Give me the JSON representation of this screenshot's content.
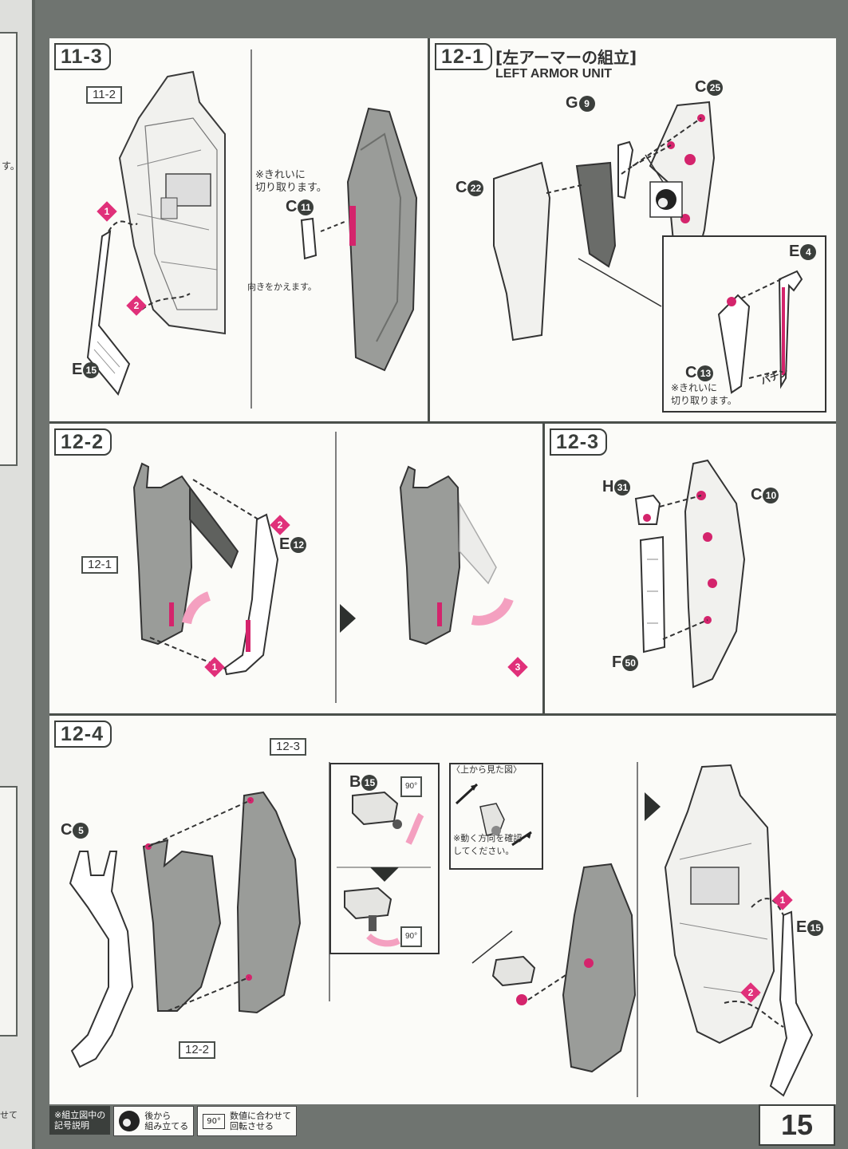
{
  "page_number": "15",
  "left_margin": {
    "fragments": [
      "す。",
      "せて"
    ]
  },
  "step_11_3": {
    "label": "11-3",
    "ref_label": "11-2",
    "parts": [
      {
        "code": "E",
        "num": "15"
      },
      {
        "code": "C",
        "num": "11"
      }
    ],
    "note_clean": "※きれいに\n切り取ります。",
    "note_direction": "向きをかえます。",
    "markers": [
      "1",
      "2"
    ]
  },
  "step_12_1": {
    "label": "12-1",
    "title_jp": "[左アーマーの組立]",
    "title_en": "LEFT ARMOR UNIT",
    "parts": [
      {
        "code": "G",
        "num": "9"
      },
      {
        "code": "C",
        "num": "25"
      },
      {
        "code": "C",
        "num": "22"
      },
      {
        "code": "E",
        "num": "4"
      },
      {
        "code": "C",
        "num": "13"
      }
    ],
    "note_clean": "※きれいに\n切り取ります。",
    "snap_text": "パチン"
  },
  "step_12_2": {
    "label": "12-2",
    "ref_label": "12-1",
    "parts": [
      {
        "code": "E",
        "num": "12"
      }
    ],
    "markers": [
      "1",
      "2",
      "3"
    ]
  },
  "step_12_3": {
    "label": "12-3",
    "parts": [
      {
        "code": "H",
        "num": "31"
      },
      {
        "code": "C",
        "num": "10"
      },
      {
        "code": "F",
        "num": "50"
      }
    ]
  },
  "step_12_4": {
    "label": "12-4",
    "ref_label_a": "12-3",
    "ref_label_b": "12-2",
    "parts": [
      {
        "code": "C",
        "num": "5"
      },
      {
        "code": "B",
        "num": "15"
      },
      {
        "code": "E",
        "num": "15"
      }
    ],
    "top_view_label": "〈上から見た図〉",
    "note_direction": "※動く方向を確認\nしてください。",
    "rotate_label": "90°",
    "markers": [
      "1",
      "2"
    ]
  },
  "legend": {
    "head": "※組立図中の\n記号説明",
    "item1_text": "後から\n組み立てる",
    "item2_icon": "90°",
    "item2_text": "数値に合わせて\n回転させる"
  }
}
